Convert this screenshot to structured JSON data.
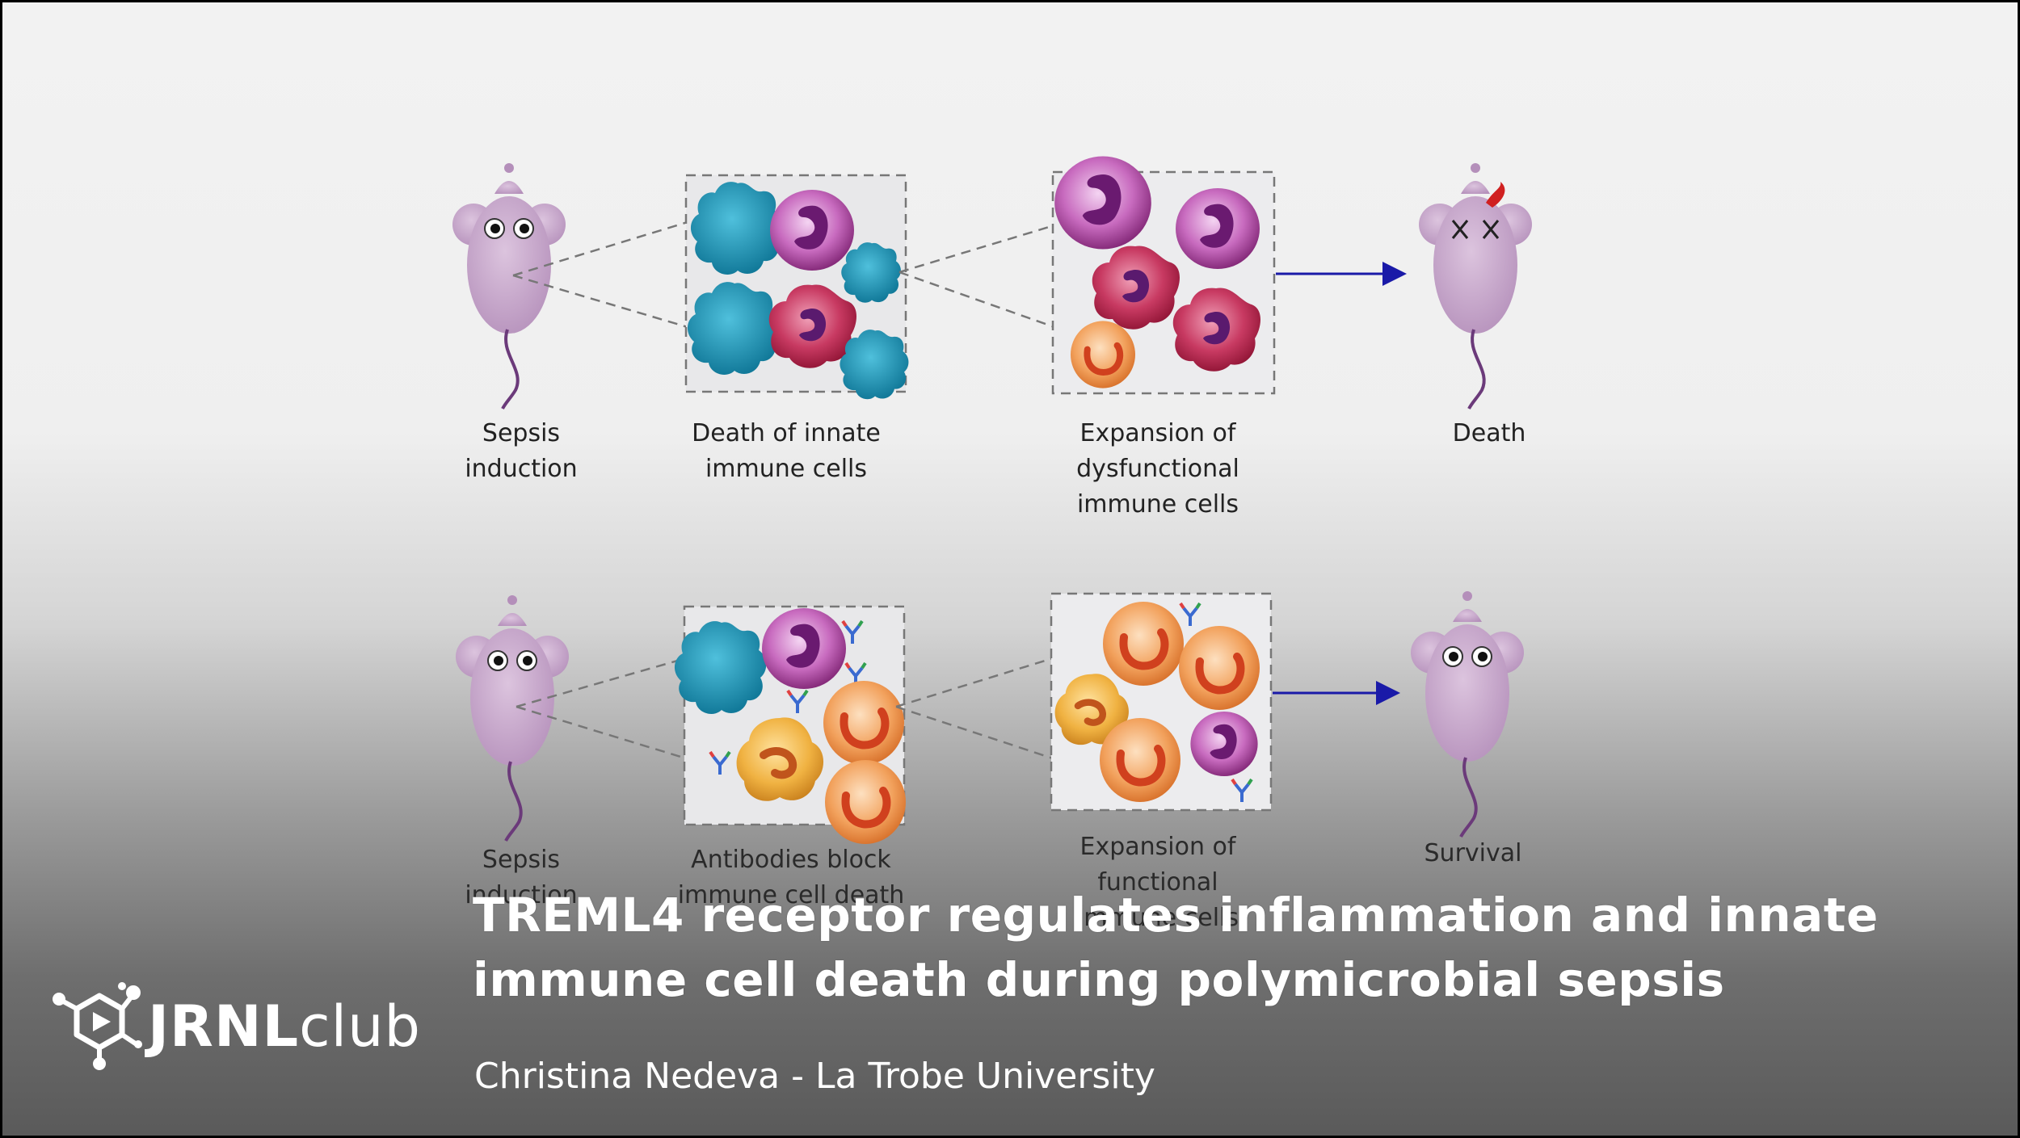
{
  "diagram": {
    "top_row": {
      "step1": [
        "Sepsis",
        "induction"
      ],
      "step2": [
        "Death of innate",
        "immune cells"
      ],
      "step3": [
        "Expansion of",
        "dysfunctional",
        "immune cells"
      ],
      "step4": [
        "Death"
      ]
    },
    "bottom_row": {
      "step1": [
        "Sepsis",
        "induction"
      ],
      "step2": [
        "Antibodies block",
        "immune cell death"
      ],
      "step3": [
        "Expansion of",
        "functional",
        "immune cells"
      ],
      "step4": [
        "Survival"
      ]
    }
  },
  "video": {
    "title_line1": "TREML4 receptor regulates inflammation and innate",
    "title_line2": "immune cell death during polymicrobial sepsis",
    "author": "Christina Nedeva - La Trobe University"
  },
  "logo": {
    "bold": "JRNL",
    "light": "club"
  },
  "colors": {
    "mouse": "#c8a6cc",
    "arrow": "#1a1aa8",
    "cyan_cell": "#1f8fb0",
    "purple_cell": "#8a2a7a",
    "crimson_cell": "#a5183e",
    "orange_cell": "#e8893c",
    "yellow_cell": "#e9a93a"
  }
}
